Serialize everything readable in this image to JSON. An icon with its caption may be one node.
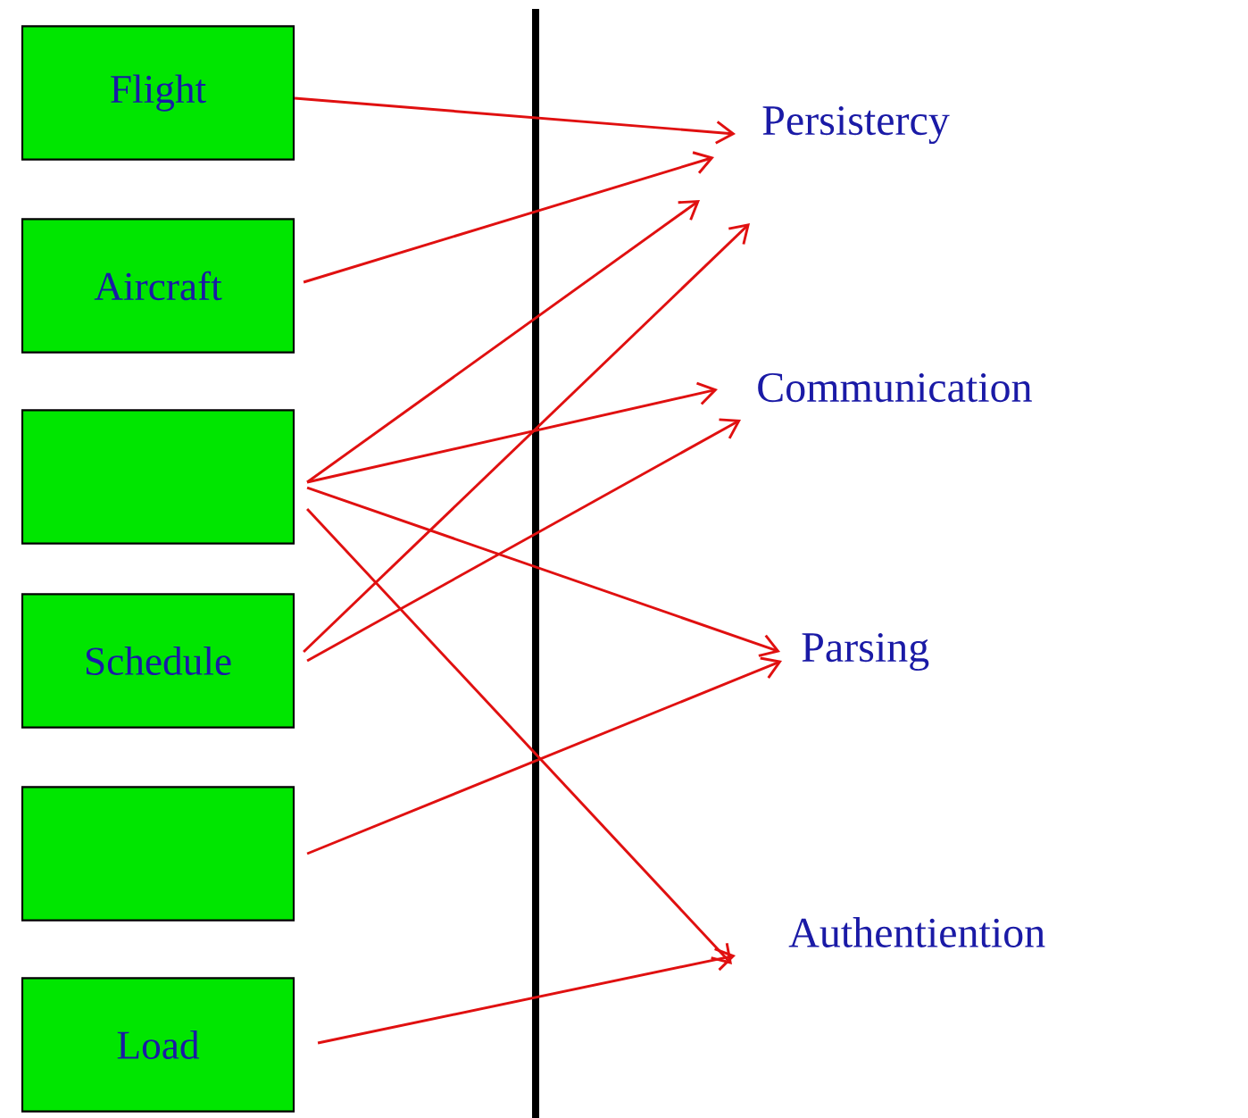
{
  "diagram": {
    "nodes": [
      {
        "text": [
          "Flight"
        ]
      },
      {
        "text": [
          "Aircraft"
        ]
      },
      {
        "text": [],
        "shape": "box"
      },
      {
        "text": [
          "Schedule"
        ]
      },
      {
        "text": [],
        "shape": "box"
      },
      {
        "text": [
          "Load"
        ]
      },
      {
        "text": [
          "Persistercy"
        ]
      },
      {
        "text": [
          "Communication"
        ]
      },
      {
        "text": [
          "Parsing"
        ]
      },
      {
        "text": [
          "Authentiention"
        ]
      }
    ],
    "edges": [
      {
        "from": 0,
        "to": 6,
        "arrow": "to"
      },
      {
        "from": 1,
        "to": 6,
        "arrow": "to"
      },
      {
        "from": 2,
        "to": 6,
        "arrow": "to"
      },
      {
        "from": 2,
        "to": 7,
        "arrow": "to"
      },
      {
        "from": 2,
        "to": 8,
        "arrow": "to"
      },
      {
        "from": 2,
        "to": 9,
        "arrow": "to"
      },
      {
        "from": 3,
        "to": 6,
        "arrow": "to"
      },
      {
        "from": 3,
        "to": 7,
        "arrow": "to"
      },
      {
        "from": 4,
        "to": 8,
        "arrow": "to"
      },
      {
        "from": 5,
        "to": 9,
        "arrow": "to"
      }
    ]
  }
}
